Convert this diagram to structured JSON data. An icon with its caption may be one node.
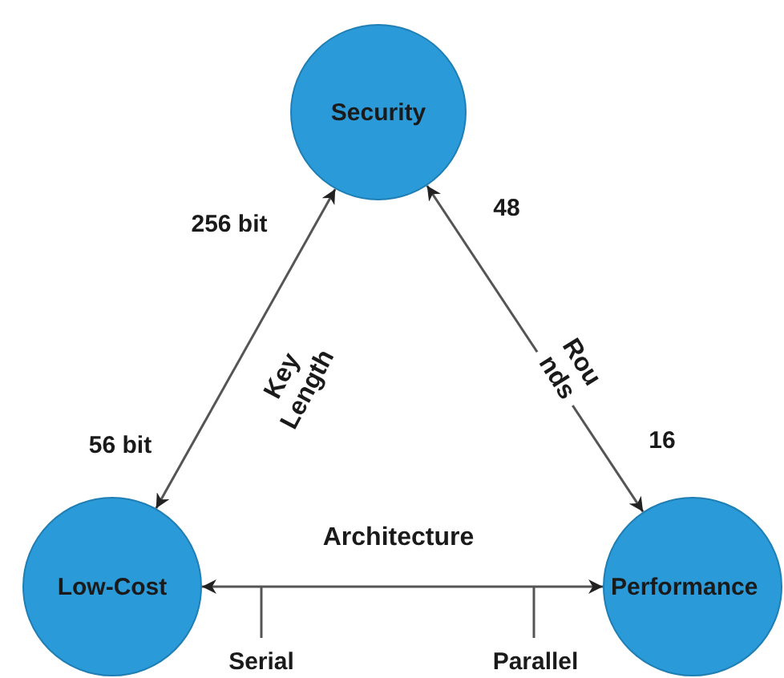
{
  "diagram": {
    "nodes": [
      {
        "text": [
          "Security"
        ]
      },
      {
        "text": [
          "Low-Cost"
        ]
      },
      {
        "text": [
          "Performance"
        ]
      }
    ],
    "edges": [
      {
        "from": 0,
        "to": 1,
        "arrow": "both",
        "label": "Key Length"
      },
      {
        "from": 0,
        "to": 2,
        "arrow": "both",
        "label": "Rou nds"
      },
      {
        "from": 1,
        "to": 2,
        "arrow": "both",
        "label": "Architecture"
      }
    ],
    "labels": [
      "256 bit",
      "48",
      "56 bit",
      "16",
      "Serial",
      "Parallel"
    ]
  }
}
